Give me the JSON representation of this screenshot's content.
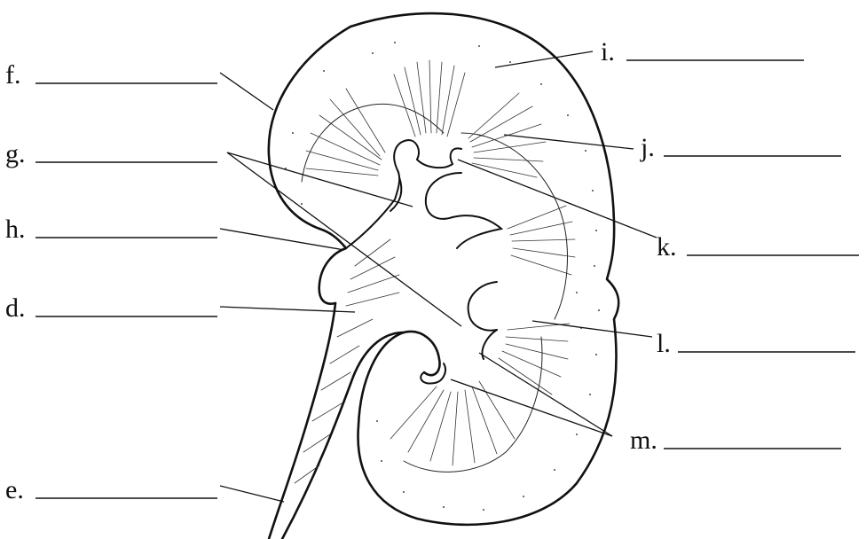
{
  "labels": [
    {
      "id": "f",
      "text": "f."
    },
    {
      "id": "g",
      "text": "g."
    },
    {
      "id": "h",
      "text": "h."
    },
    {
      "id": "d",
      "text": "d."
    },
    {
      "id": "e",
      "text": "e."
    },
    {
      "id": "i",
      "text": "i."
    },
    {
      "id": "j",
      "text": "j."
    },
    {
      "id": "k",
      "text": "k."
    },
    {
      "id": "l",
      "text": "l."
    },
    {
      "id": "m",
      "text": "m."
    }
  ],
  "colors": {
    "ink": "#111111",
    "background": "#ffffff"
  }
}
